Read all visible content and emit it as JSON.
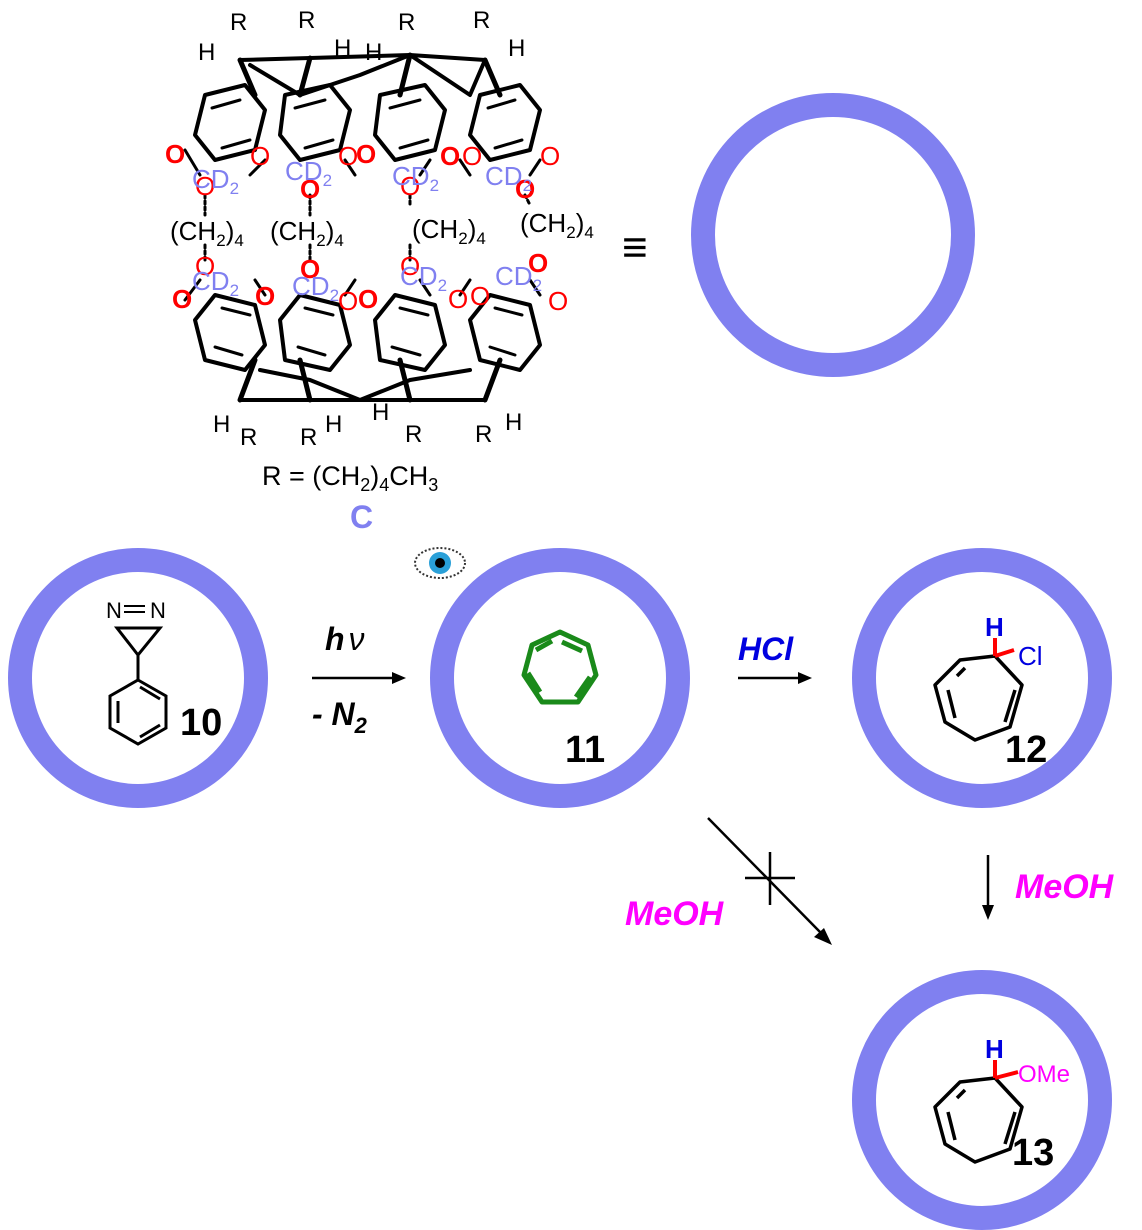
{
  "container": {
    "r_group": "R",
    "h_atom": "H",
    "o_atom": "O",
    "cd2": "CD",
    "cd2_sub": "2",
    "linker_a": "(CH",
    "linker_sub2": "2",
    "linker_close": ")",
    "linker_sub4": "4",
    "r_def_prefix": "R = (CH",
    "r_def_sub2": "2",
    "r_def_mid": ")",
    "r_def_sub4": "4",
    "r_def_tail": "CH",
    "r_def_sub3": "3",
    "label": "C",
    "equiv": "≡"
  },
  "compounds": {
    "c10": "10",
    "c11": "11",
    "c12": "12",
    "c13": "13",
    "diazirine_n": "N",
    "h12": "H",
    "cl12": "Cl",
    "h13": "H",
    "ome13": "OMe"
  },
  "reactions": {
    "step1_top_h": "h",
    "step1_top_nu": "ν",
    "step1_bottom": "- N",
    "step1_bottom_sub": "2",
    "step2": "HCl",
    "step3": "MeOH",
    "step4_blocked": "MeOH"
  },
  "colors": {
    "ring": "#8080f0",
    "oxygen": "#ff0000",
    "cd2": "#8080f0",
    "cycloheptatetraene": "#1a8a1a",
    "hcl": "#0000e0",
    "methanol": "#ff00ff",
    "bond_highlight": "#ff0000"
  },
  "icons": {
    "observer": "eye-icon"
  }
}
